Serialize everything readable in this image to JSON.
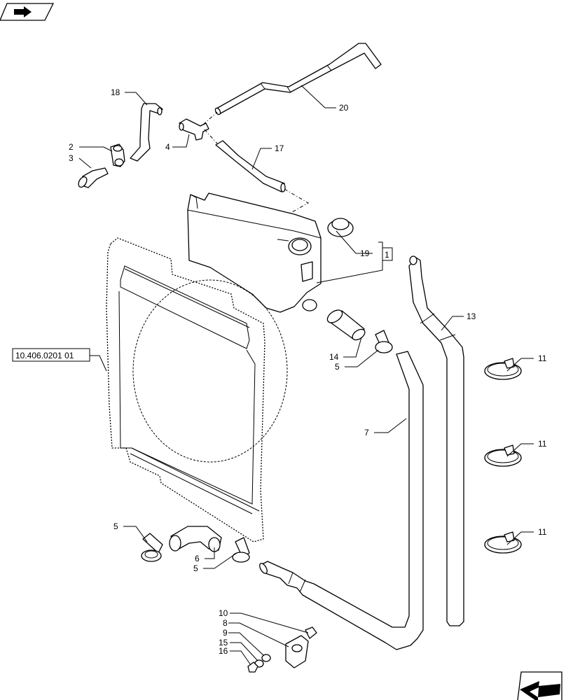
{
  "icons": {
    "top_left": "back-arrow-icon",
    "bottom_right": "forward-arrow-icon"
  },
  "reference": {
    "text": "10.406.0201 01"
  },
  "box_label": {
    "text": "1"
  },
  "callouts": {
    "c2": "2",
    "c3": "3",
    "c4": "4",
    "c5a": "5",
    "c5b": "5",
    "c5c": "5",
    "c6": "6",
    "c7": "7",
    "c8": "8",
    "c9": "9",
    "c10": "10",
    "c11a": "11",
    "c11b": "11",
    "c11c": "11",
    "c13": "13",
    "c14": "14",
    "c15": "15",
    "c16": "16",
    "c17": "17",
    "c18": "18",
    "c19": "19",
    "c20": "20"
  }
}
